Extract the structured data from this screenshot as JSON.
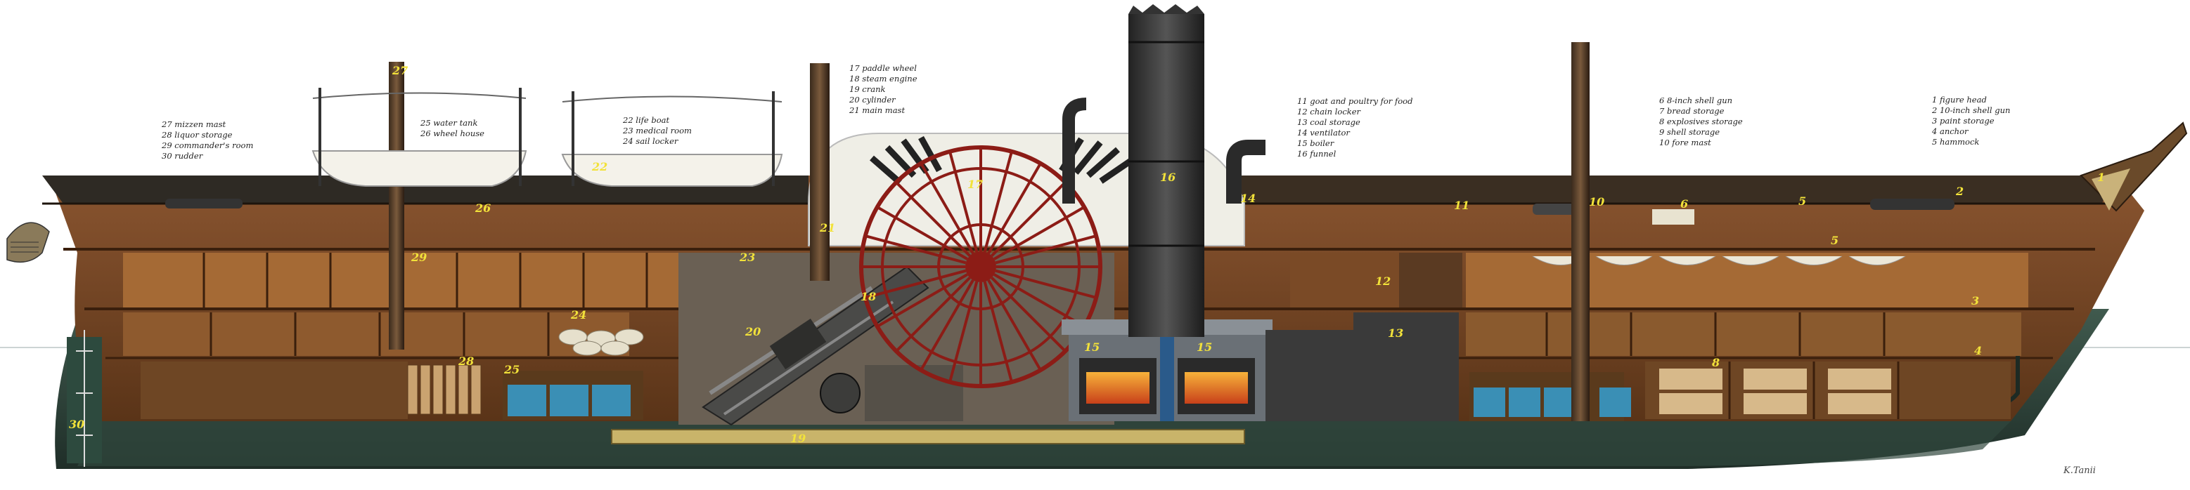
{
  "legends": {
    "aft": [
      "27 mizzen mast",
      "28 liquor storage",
      "29 commander's room",
      "30 rudder"
    ],
    "tank": [
      "25 water tank",
      "26 wheel house"
    ],
    "boat": [
      "22 life boat",
      "23 medical room",
      "24 sail locker"
    ],
    "wheel": [
      "17 paddle wheel",
      "18 steam engine",
      "19 crank",
      "20 cylinder",
      "21 main mast"
    ],
    "goat": [
      "11 goat and poultry for food",
      "12 chain locker",
      "13 coal storage",
      "14 ventilator",
      "15 boiler",
      "16 funnel"
    ],
    "gun": [
      "6  8-inch shell gun",
      "7  bread storage",
      "8  explosives storage",
      "9  shell storage",
      "10  fore mast"
    ],
    "bow": [
      "1  figure head",
      "2  10-inch shell gun",
      "3  paint storage",
      "4  anchor",
      "5  hammock"
    ]
  },
  "callouts": [
    {
      "n": "1"
    },
    {
      "n": "2"
    },
    {
      "n": "3"
    },
    {
      "n": "4"
    },
    {
      "n": "5"
    },
    {
      "n": "5b",
      "label": "5"
    },
    {
      "n": "6"
    },
    {
      "n": "8"
    },
    {
      "n": "10"
    },
    {
      "n": "11"
    },
    {
      "n": "12"
    },
    {
      "n": "13"
    },
    {
      "n": "14"
    },
    {
      "n": "15"
    },
    {
      "n": "15b",
      "label": "15"
    },
    {
      "n": "16"
    },
    {
      "n": "17"
    },
    {
      "n": "18"
    },
    {
      "n": "19"
    },
    {
      "n": "20"
    },
    {
      "n": "21"
    },
    {
      "n": "22"
    },
    {
      "n": "23"
    },
    {
      "n": "24"
    },
    {
      "n": "25"
    },
    {
      "n": "26"
    },
    {
      "n": "27"
    },
    {
      "n": "28"
    },
    {
      "n": "29"
    },
    {
      "n": "30"
    }
  ],
  "signature": "K.Tanii",
  "colors": {
    "hull_wood": "#7a4a26",
    "dark_hull": "#2f3a34",
    "keel_green": "#3a5a4a",
    "copper": "#b07a3a",
    "water_blue": "#3a8fb5",
    "paddle_red": "#8c1c16",
    "boiler_fire": "#e0751e",
    "callout_yellow": "#f2e23a",
    "sail_white": "#f4f2ea"
  }
}
